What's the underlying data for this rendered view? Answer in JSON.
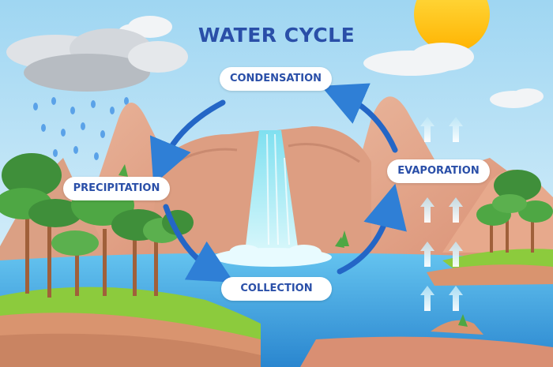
{
  "title": "WATER CYCLE",
  "labels": {
    "condensation": "CONDENSATION",
    "precipitation": "PRECIPITATION",
    "evaporation": "EVAPORATION",
    "collection": "COLLECTION"
  },
  "colors": {
    "sky": "#bfe6f7",
    "mountain": "#e0a489",
    "water": "#3aa0dd",
    "grass": "#8ccb3d",
    "sun": "#ffcc1a",
    "arrow": "#1f5fbf",
    "title": "#2a4fa8"
  },
  "icons": [
    "sun-icon",
    "cloud-icon",
    "rain-icon",
    "tree-icon",
    "waterfall-icon",
    "up-arrow-icon",
    "cycle-arrow-icon"
  ]
}
